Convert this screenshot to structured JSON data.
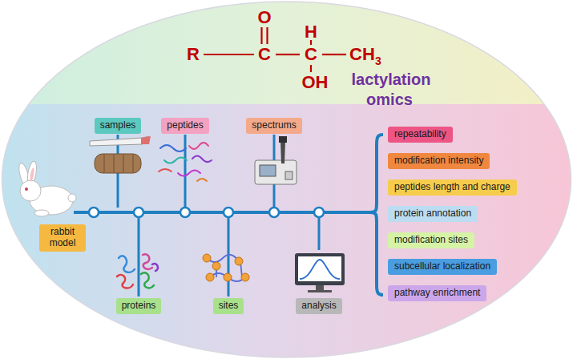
{
  "diagram": {
    "nodes": [
      {
        "text": [
          "samples"
        ]
      },
      {
        "text": [
          "peptides"
        ]
      },
      {
        "text": [
          "spectrums"
        ]
      },
      {
        "text": [
          "rabbit model"
        ]
      },
      {
        "text": [
          "proteins"
        ]
      },
      {
        "text": [
          "sites"
        ]
      },
      {
        "text": [
          "analysis"
        ]
      },
      {
        "text": [
          "repeatability"
        ]
      },
      {
        "text": [
          "modification intensity"
        ]
      },
      {
        "text": [
          "peptides length and charge"
        ]
      },
      {
        "text": [
          "protein annotation"
        ]
      },
      {
        "text": [
          "modification sites"
        ]
      },
      {
        "text": [
          "subcellular localization"
        ]
      },
      {
        "text": [
          "pathway enrichment"
        ]
      }
    ],
    "labels": [
      "O",
      "H",
      "R",
      "C",
      "C",
      "CH",
      "3",
      "OH",
      "lactylation",
      "omics"
    ]
  }
}
